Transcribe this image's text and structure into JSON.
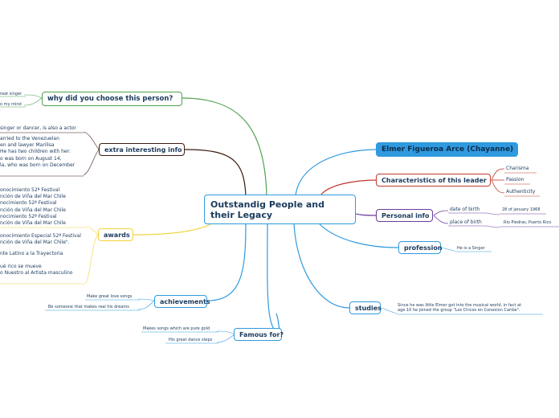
{
  "central": "Outstandig People and their Legacy",
  "right": {
    "name": "Elmer Figueroa Arce (Chayanne)",
    "characteristics": {
      "label": "Characteristics of this leader",
      "items": [
        "Charisma",
        "Passion",
        "Authenticity"
      ]
    },
    "personal": {
      "label": "Personal info",
      "date_label": "date of birth",
      "date_value": "28 of january 1968",
      "place_label": "place of birth",
      "place_value": "Río Piedras, Puerto Rico"
    },
    "profession": {
      "label": "profession",
      "value": "He is a Singer"
    },
    "studies": {
      "label": "studies",
      "value_line1": "Since he was little Elmer got into the musical world, in fact at",
      "value_line2": "age 10 he joined the group \"Los Chicos en Conexion Caribe\"."
    },
    "famous": {
      "label": "Famous for?",
      "items": [
        "Makes songs which are pure gold",
        "His great dance steps"
      ]
    }
  },
  "left": {
    "why": {
      "label": "why did you choose this person?",
      "items": [
        "reat singer",
        "o my mind"
      ]
    },
    "extra": {
      "label": "extra interesting info",
      "item1": "singer or dancer, is also a actor",
      "item2": "arried to the Venezuelan\nen and lawyer Marilisa\nHe has two children with her:\no was born on August 14,\nla, who was born on December"
    },
    "awards": {
      "label": "awards",
      "block1": "onocimiento 52ª Festival\nnción de Viña del Mar Chile\nnocimiento 52ª Festival\nnción de Viña del Mar Chile\nnocimiento 52ª Festival\nnción de Viña del Mar Chile",
      "block2": "onocimiento Especial 52ª Festival\nnción de Viña del Mar Chile\".",
      "block3": "nte Latino a la Trayectoria",
      "block4": "ué rico se mueve\no Nuestro al Artista masculino"
    },
    "achievements": {
      "label": "achievements",
      "items": [
        "Make great love songs",
        "Be someone that makes real his dreams"
      ]
    }
  },
  "colors": {
    "blue": "#2f9adf",
    "red": "#c0392b",
    "purple": "#6a3d9a",
    "green": "#4fa14f",
    "dark": "#3b1d12",
    "yellow": "#f3d33a"
  }
}
